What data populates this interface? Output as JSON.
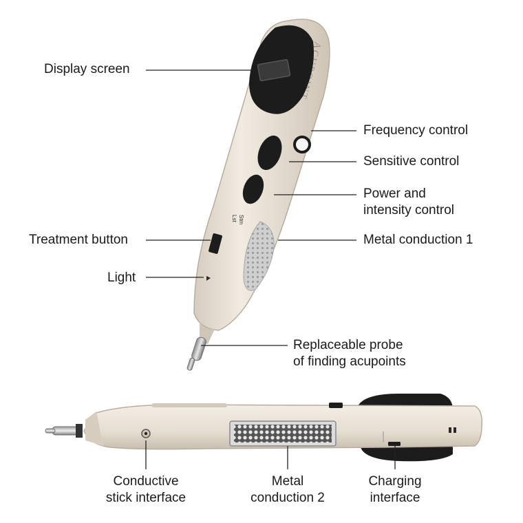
{
  "labels": {
    "display_screen": "Display screen",
    "frequency_control": "Frequency control",
    "sensitive_control": "Sensitive control",
    "power_intensity": [
      "Power and",
      "intensity control"
    ],
    "treatment_button": "Treatment button",
    "metal_conduction_1": "Metal conduction 1",
    "light": "Light",
    "replaceable_probe": [
      "Replaceable probe",
      "of finding acupoints"
    ],
    "conductive_stick": [
      "Conductive",
      "stick interface"
    ],
    "metal_conduction_2": [
      "Metal",
      "conduction 2"
    ],
    "charging_interface": [
      "Charging",
      "interface"
    ]
  },
  "device": {
    "brand_text": "ACUPOINT",
    "mode_text_1": "Lst",
    "mode_text_2": "Stm"
  },
  "colors": {
    "body": "#e9e2d6",
    "body_shadow": "#c9c0b2",
    "dark": "#1e1e1e",
    "metal": "#b8b8b8",
    "leader": "#222222"
  }
}
